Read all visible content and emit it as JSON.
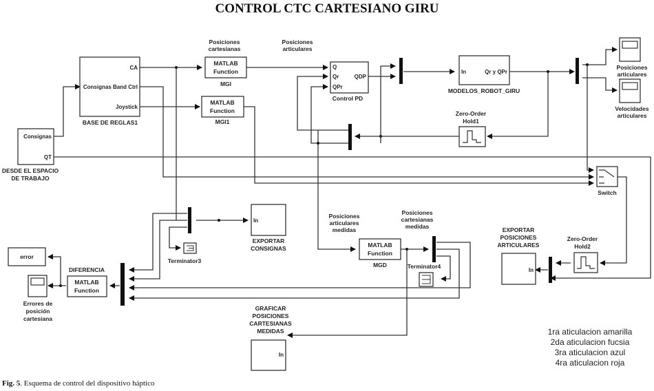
{
  "title": "CONTROL CTC CARTESIANO GIRU",
  "caption": {
    "label": "Fig. 5",
    "text": ". Esquema de control del dispositivo háptico"
  },
  "blocks": {
    "desde": {
      "name": "DESDE EL ESPACIO DE TRABAJO",
      "label_lines": [
        "DESDE EL ESPACIO",
        "DE TRABAJO"
      ],
      "ports_out": [
        "Consignas",
        "QT"
      ]
    },
    "base": {
      "name": "BASE DE REGLAS1",
      "ports_out": [
        "CA",
        "Consignas Band Ctrl",
        "Joystick"
      ]
    },
    "mgi": {
      "top_lines": [
        "Posiciones",
        "cartesianas"
      ],
      "body_lines": [
        "MATLAB",
        "Function"
      ],
      "name": "MGI"
    },
    "mgi1": {
      "body_lines": [
        "MATLAB",
        "Function"
      ],
      "name": "MGI1"
    },
    "control_pd": {
      "top_lines": [
        "Posiciones",
        "articulares"
      ],
      "ports_in": [
        "Q",
        "Qr",
        "QPr"
      ],
      "port_out": "QDP",
      "name": "Control PD"
    },
    "modelos": {
      "port_in": "In",
      "port_out": "Qr y QPr",
      "name": "MODELOS_ROBOT_GIRU"
    },
    "zoh1": {
      "name_lines": [
        "Zero-Order",
        "Hold1"
      ]
    },
    "scope_pos": {
      "name_lines": [
        "Posiciones",
        "articulares"
      ]
    },
    "scope_vel": {
      "name_lines": [
        "Velocidades",
        "articulares"
      ]
    },
    "switch": {
      "name": "Switch"
    },
    "exportar_consignas": {
      "port_in": "In",
      "name_lines": [
        "EXPORTAR",
        "CONSIGNAS"
      ]
    },
    "terminator3": {
      "name": "Terminator3"
    },
    "terminator4": {
      "name": "Terminator4"
    },
    "mgd": {
      "top_lines": [
        "Posiciones",
        "articulares",
        "medidas"
      ],
      "body_lines": [
        "MATLAB",
        "Function"
      ],
      "name": "MGD"
    },
    "cart_medidas": {
      "top_lines": [
        "Posiciones",
        "cartesianas",
        "medidas"
      ]
    },
    "exportar_pos": {
      "port_in": "In",
      "name_lines": [
        "EXPORTAR",
        "POSICIONES",
        "ARTICULARES"
      ]
    },
    "zoh2": {
      "name_lines": [
        "Zero-Order",
        "Hold2"
      ]
    },
    "error_ws": {
      "text": "error"
    },
    "diferencia": {
      "name": "DIFERENCIA",
      "body_lines": [
        "MATLAB",
        "Function"
      ]
    },
    "scope_err": {
      "name_lines": [
        "Errores de",
        "posición",
        "cartesiana"
      ]
    },
    "graficar": {
      "port_in": "In",
      "name_lines": [
        "GRAFICAR",
        "POSICIONES",
        "CARTESIANAS",
        "MEDIDAS"
      ]
    }
  },
  "legend": [
    "1ra aticulacion amarilla",
    "2da aticulacion fucsia",
    "3ra aticulacion azul",
    "4ra aticulacion roja"
  ]
}
